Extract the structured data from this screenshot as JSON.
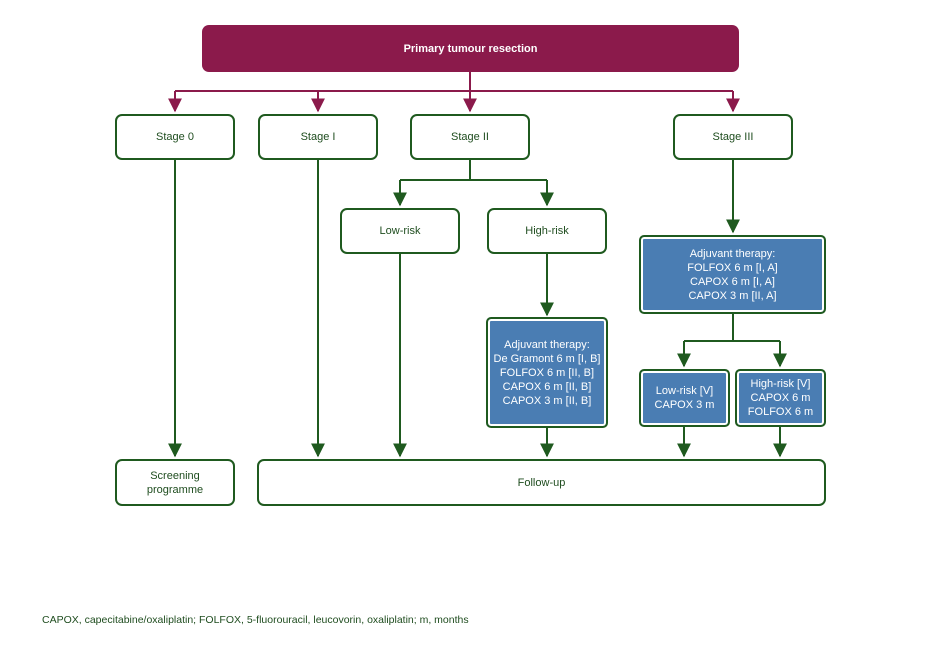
{
  "root": "Primary tumour resection",
  "stages": {
    "stage0": "Stage 0",
    "stage1": "Stage I",
    "stage2": "Stage II",
    "stage3": "Stage III"
  },
  "stage2_branches": {
    "low_risk": "Low-risk",
    "high_risk": "High-risk"
  },
  "stage2_adjuvant": "Adjuvant therapy:\nDe Gramont 6 m [I, B]\nFOLFOX 6 m [II, B]\nCAPOX 6 m [II, B]\nCAPOX 3 m [II, B]",
  "stage3_adjuvant": "Adjuvant therapy:\nFOLFOX 6 m [I, A]\nCAPOX 6 m [I, A]\nCAPOX 3 m [II, A]",
  "stage3_low_risk": "Low-risk [V]\nCAPOX 3 m",
  "stage3_high_risk": "High-risk [V]\nCAPOX 6 m\nFOLFOX 6 m",
  "screening": "Screening\nprogramme",
  "follow_up": "Follow-up",
  "footnote": "CAPOX, capecitabine/oxaliplatin; FOLFOX, 5-fluorouracil, leucovorin, oxaliplatin; m, months",
  "colors": {
    "root": "#8b1a4b",
    "green": "#1f5a1f",
    "blue": "#4a7db3"
  }
}
